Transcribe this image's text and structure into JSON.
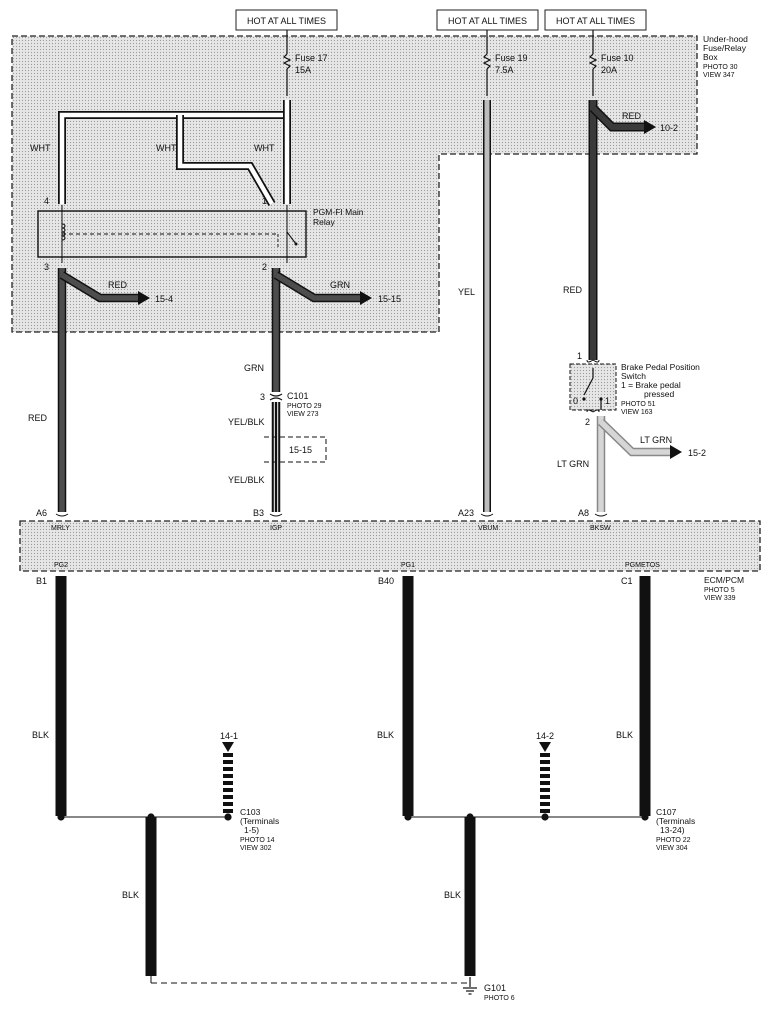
{
  "hot_labels": [
    "HOT AT ALL TIMES",
    "HOT AT ALL TIMES",
    "HOT AT ALL TIMES"
  ],
  "fuse_box": {
    "name_lines": [
      "Under-hood",
      "Fuse/Relay",
      "Box"
    ],
    "photo": "PHOTO 30",
    "view": "VIEW 347"
  },
  "fuses": [
    {
      "name": "Fuse 17",
      "rating": "15A"
    },
    {
      "name": "Fuse 19",
      "rating": "7.5A"
    },
    {
      "name": "Fuse 10",
      "rating": "20A"
    }
  ],
  "relay": {
    "name_lines": [
      "PGM-FI Main",
      "Relay"
    ],
    "pins": [
      "4",
      "1",
      "3",
      "2"
    ]
  },
  "wire_colors": {
    "wht": "WHT",
    "red": "RED",
    "grn": "GRN",
    "yel": "YEL",
    "yel_blk": "YEL/BLK",
    "lt_grn": "LT GRN",
    "blk": "BLK"
  },
  "cross_refs": {
    "red_fuse10": "10-2",
    "relay_red": "15-4",
    "relay_grn": "15-15",
    "ybl_splice": "15-15",
    "lt_grn": "15-2",
    "gnd_left": "14-1",
    "gnd_right": "14-2"
  },
  "c101": {
    "name": "C101",
    "pin": "3",
    "photo": "PHOTO 29",
    "view": "VIEW 273"
  },
  "switch": {
    "name_lines": [
      "Brake Pedal Position",
      "Switch"
    ],
    "desc_lines": [
      "1 = Brake pedal",
      "pressed"
    ],
    "photo": "PHOTO 51",
    "view": "VIEW 163",
    "pins": [
      "1",
      "2"
    ],
    "positions": [
      "0",
      "1"
    ]
  },
  "ecm": {
    "name": "ECM/PCM",
    "photo": "PHOTO 5",
    "view": "VIEW 339",
    "top_pins": [
      {
        "pin": "A6",
        "signal": "MRLY"
      },
      {
        "pin": "B3",
        "signal": "IGP"
      },
      {
        "pin": "A23",
        "signal": "VBUM"
      },
      {
        "pin": "A8",
        "signal": "BKSW"
      }
    ],
    "bottom_pins": [
      {
        "pin": "B1",
        "signal": "PG2"
      },
      {
        "pin": "B40",
        "signal": "PG1"
      },
      {
        "pin": "C1",
        "signal": "PGMETOS"
      }
    ]
  },
  "c103": {
    "name": "C103",
    "desc_lines": [
      "(Terminals",
      "1-5)"
    ],
    "photo": "PHOTO 14",
    "view": "VIEW 302"
  },
  "c107": {
    "name": "C107",
    "desc_lines": [
      "(Terminals",
      "13-24)"
    ],
    "photo": "PHOTO 22",
    "view": "VIEW 304"
  },
  "g101": {
    "name": "G101",
    "photo": "PHOTO 6"
  }
}
